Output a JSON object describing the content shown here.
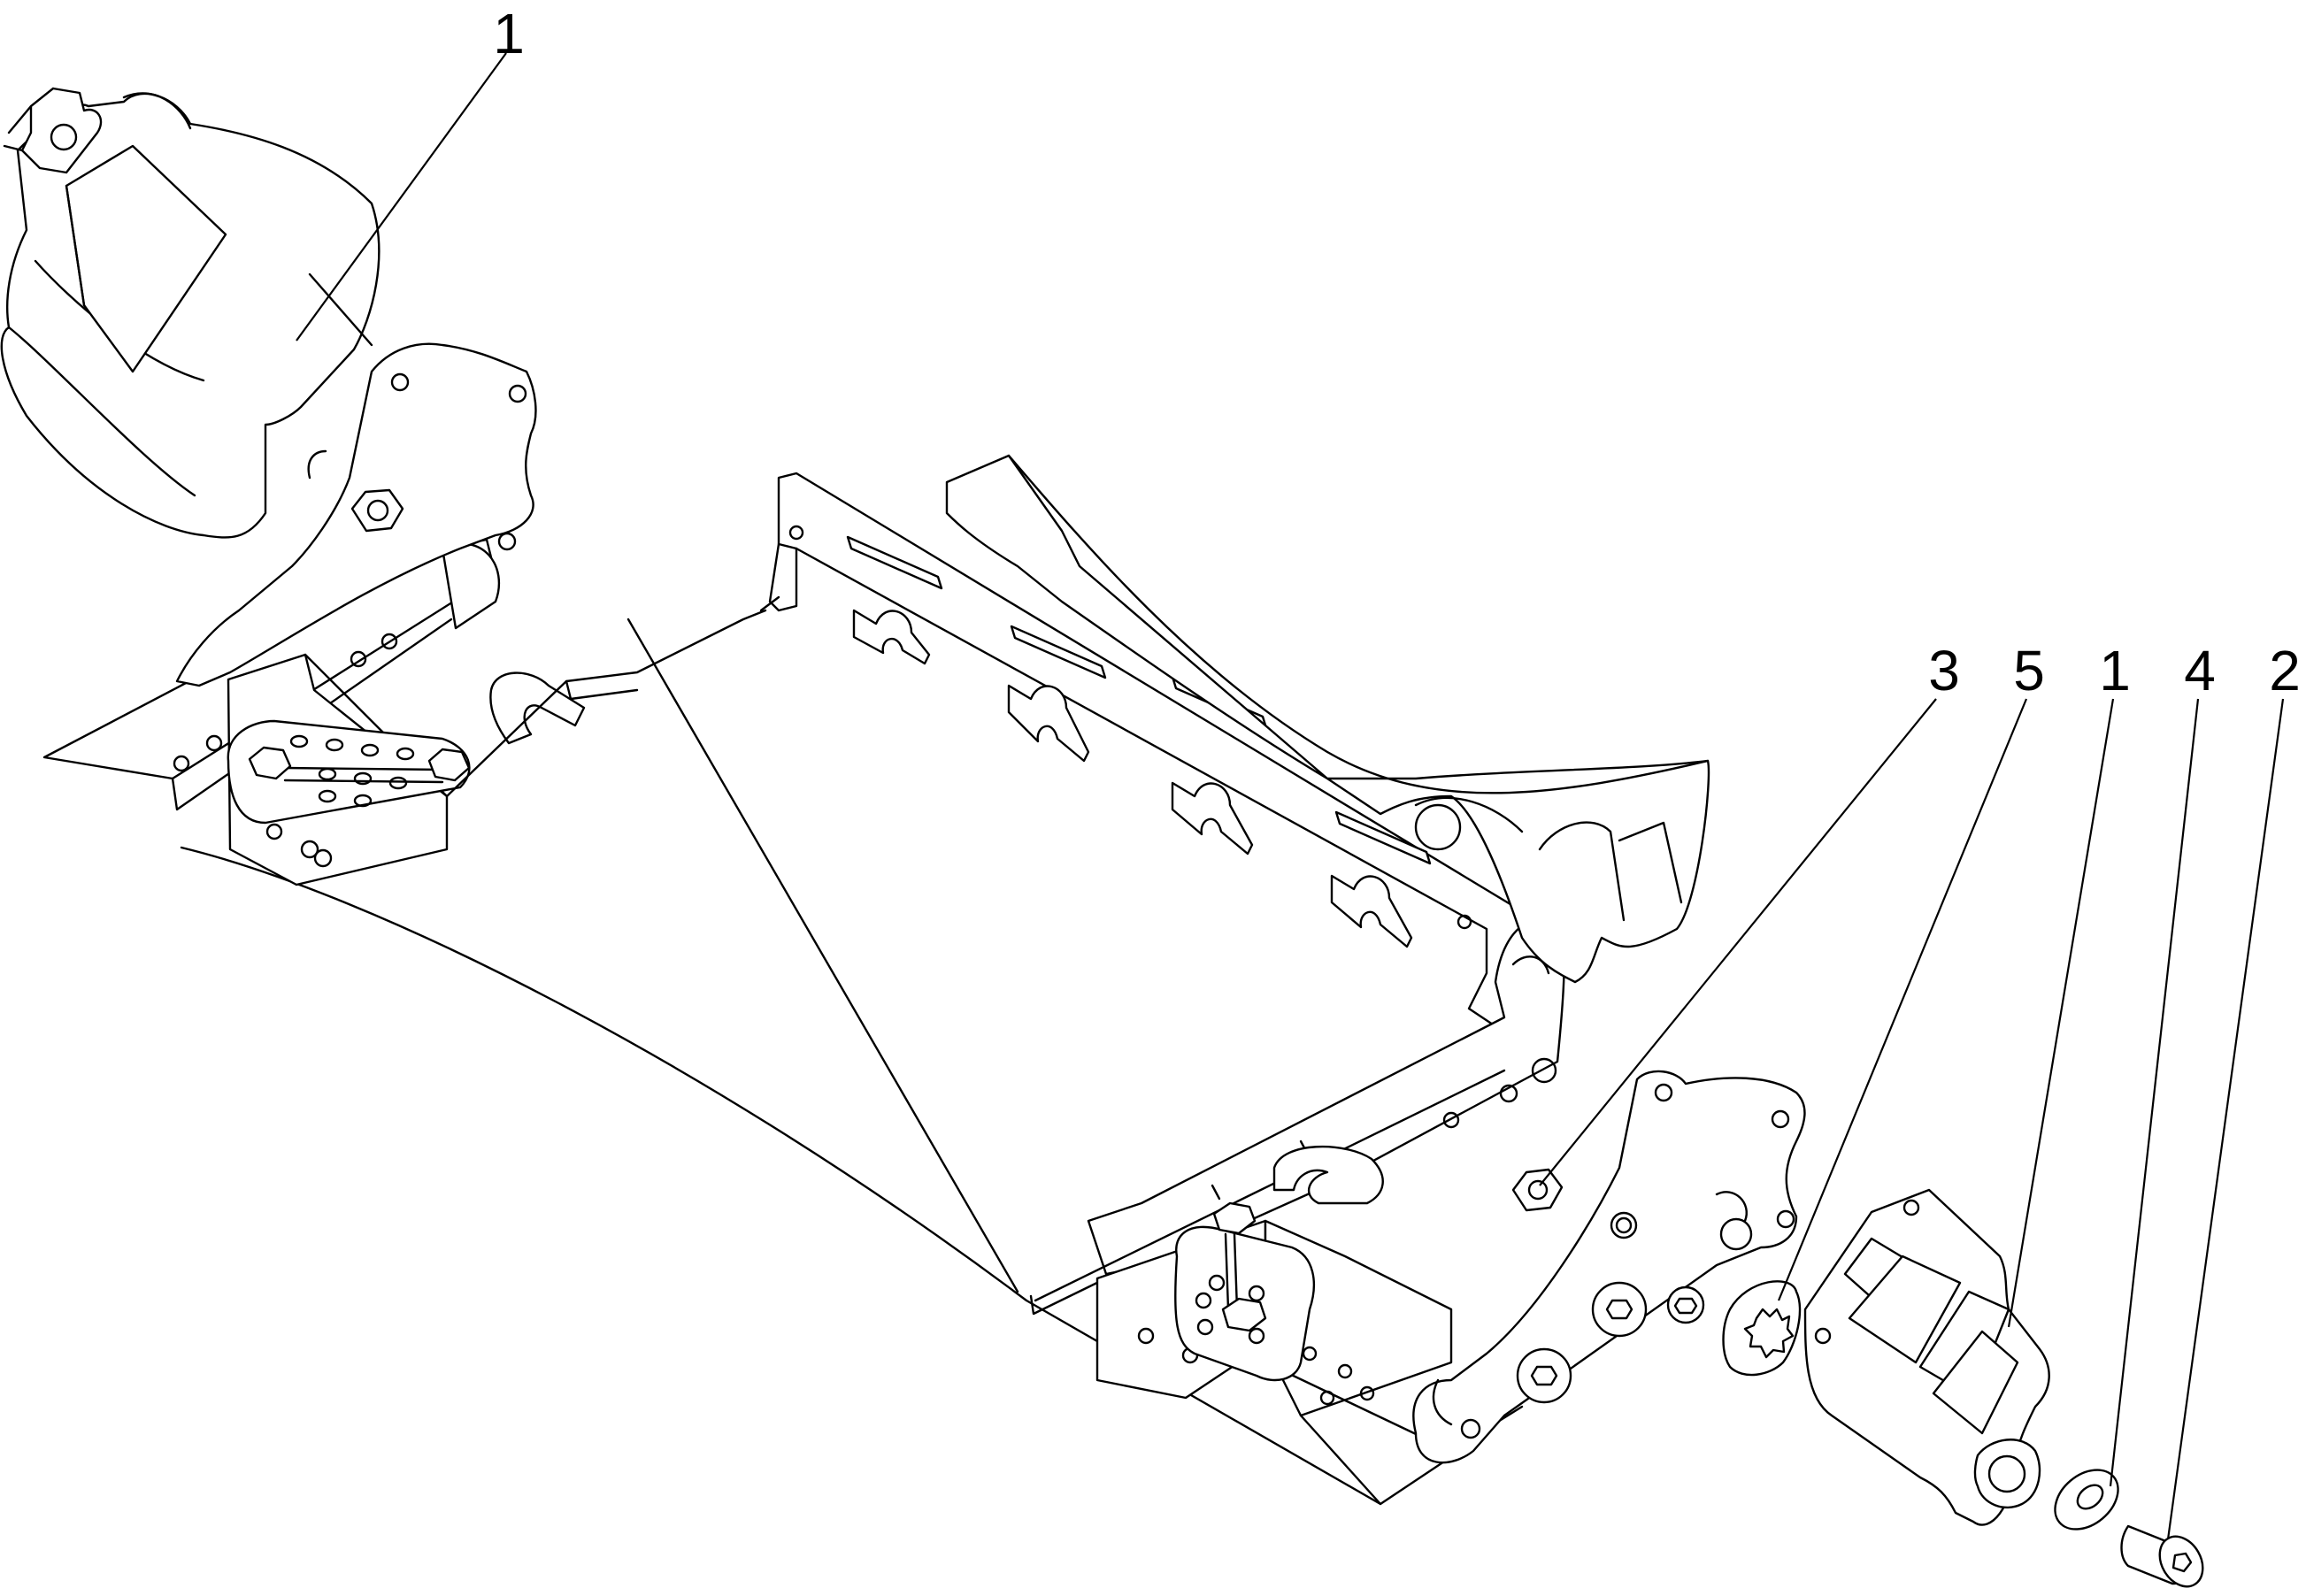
{
  "callouts": [
    {
      "label": "1"
    },
    {
      "label": "3"
    },
    {
      "label": "5"
    },
    {
      "label": "1"
    },
    {
      "label": "4"
    },
    {
      "label": "2"
    }
  ]
}
